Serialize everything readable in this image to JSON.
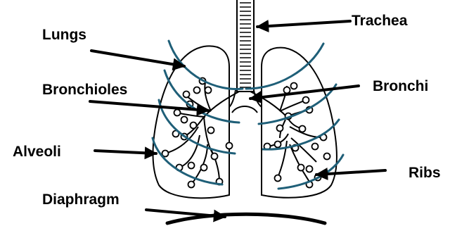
{
  "labels": {
    "trachea": "Trachea",
    "lungs": "Lungs",
    "bronchioles": "Bronchioles",
    "bronchi": "Bronchi",
    "alveoli": "Alveoli",
    "ribs": "Ribs",
    "diaphragm": "Diaphragm"
  },
  "colors": {
    "outline": "#000000",
    "ribs": "#1f5f78",
    "background": "#ffffff"
  }
}
